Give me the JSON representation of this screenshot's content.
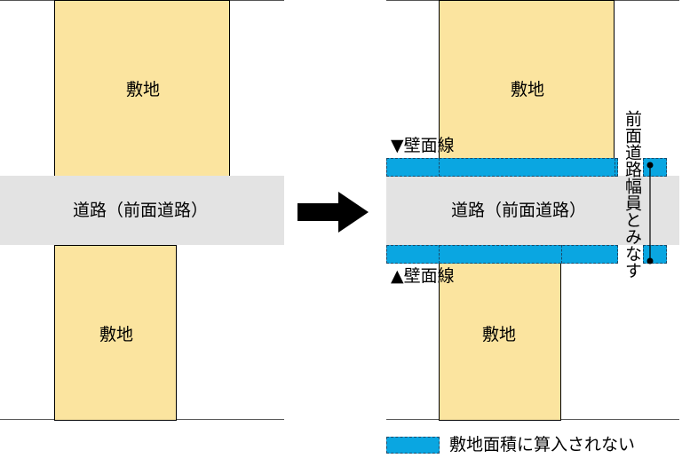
{
  "left": {
    "lot_top_label": "敷地",
    "road_label": "道路（前面道路）",
    "lot_bottom_label": "敷地"
  },
  "right": {
    "lot_top_label": "敷地",
    "road_label": "道路（前面道路）",
    "lot_bottom_label": "敷地",
    "wall_line_top": "▼壁面線",
    "wall_line_bottom": "▲壁面線",
    "road_width_note": "前面道路幅員とみなす"
  },
  "legend": {
    "label": "敷地面積に算入されない",
    "swatch_color": "#0aa6e1"
  },
  "colors": {
    "lot": "#fbe49f",
    "road": "#e3e3e3",
    "arrow": "#000000"
  }
}
